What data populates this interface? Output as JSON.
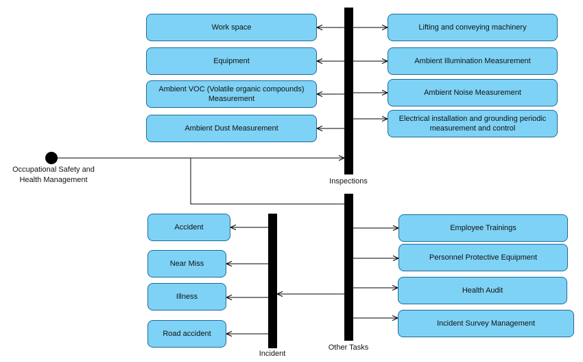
{
  "start": {
    "label_line1": "Occupational Safety and",
    "label_line2": "Health Management"
  },
  "forks": {
    "inspections": "Inspections",
    "other_tasks": "Other Tasks",
    "incident": "Incident"
  },
  "inspections_left": [
    "Work space",
    "Equipment",
    "Ambient VOC (Volatile organic compounds) Measurement",
    "Ambient Dust Measurement"
  ],
  "inspections_right": [
    "Lifting and conveying machinery",
    "Ambient Illumination  Measurement",
    "Ambient Noise Measurement",
    "Electrical installation and grounding periodic measurement and control"
  ],
  "other_tasks_right": [
    "Employee Trainings",
    "Personnel Protective Equipment",
    "Health Audit",
    "Incident Survey Management"
  ],
  "incident_left": [
    "Accident",
    "Near Miss",
    "Illness",
    "Road accident"
  ],
  "colors": {
    "node_fill": "#7ed2f5",
    "node_border": "#1c6a99",
    "bar": "#000000",
    "line": "#000000"
  }
}
